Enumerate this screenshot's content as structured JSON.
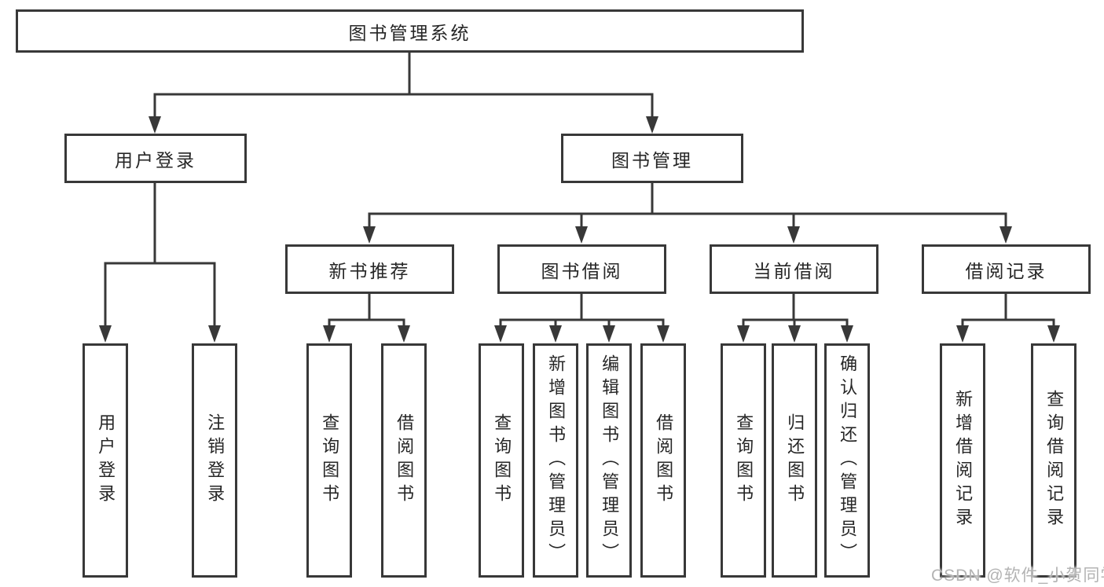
{
  "tree": {
    "root": {
      "label": "图书管理系统",
      "children": [
        {
          "label": "用户登录",
          "children": [
            {
              "label": "用户登录"
            },
            {
              "label": "注销登录"
            }
          ]
        },
        {
          "label": "图书管理",
          "children": [
            {
              "label": "新书推荐",
              "children": [
                {
                  "label": "查询图书"
                },
                {
                  "label": "借阅图书"
                }
              ]
            },
            {
              "label": "图书借阅",
              "children": [
                {
                  "label": "查询图书"
                },
                {
                  "label": "新增图书（管理员）"
                },
                {
                  "label": "编辑图书（管理员）"
                },
                {
                  "label": "借阅图书"
                }
              ]
            },
            {
              "label": "当前借阅",
              "children": [
                {
                  "label": "查询图书"
                },
                {
                  "label": "归还图书"
                },
                {
                  "label": "确认归还（管理员）"
                }
              ]
            },
            {
              "label": "借阅记录",
              "children": [
                {
                  "label": "新增借阅记录"
                },
                {
                  "label": "查询借阅记录"
                }
              ]
            }
          ]
        }
      ]
    }
  },
  "watermark": {
    "text": "CSDN @软件_小贺同学"
  },
  "colors": {
    "line": "#383838",
    "border": "#383838",
    "text": "#262626",
    "background": "#ffffff",
    "watermark": "#b3b3b3"
  }
}
